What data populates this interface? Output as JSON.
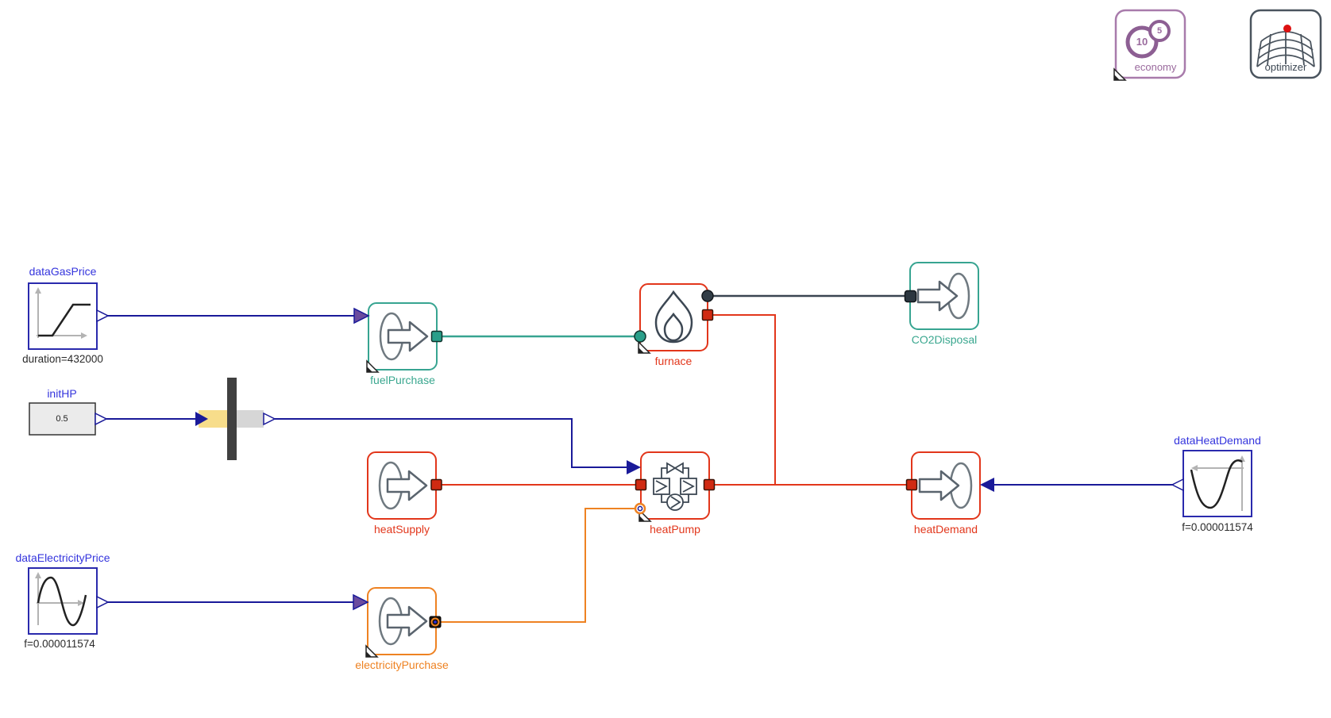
{
  "app": {
    "type": "modelica-diagram-canvas"
  },
  "colors": {
    "signal_line": "#1a1a99",
    "component_name_blue": "#3434dd",
    "gas": "#37a491",
    "heat": "#e2361b",
    "electricity": "#ee8222",
    "co2": "#3a4551",
    "economy_purple": "#9a6a9d",
    "optimizer_slate": "#3c4753",
    "param_text": "#2b2b2b"
  },
  "components": {
    "economy": {
      "name": "economy",
      "coin_large": "10",
      "coin_small": "5"
    },
    "optimizer": {
      "name": "optimizer"
    },
    "dataGasPrice": {
      "name": "dataGasPrice",
      "param": "duration=432000"
    },
    "initHP": {
      "name": "initHP",
      "value": "0.5"
    },
    "dataElectricityPrice": {
      "name": "dataElectricityPrice",
      "param": "f=0.000011574"
    },
    "fuelPurchase": {
      "name": "fuelPurchase"
    },
    "heatSupply": {
      "name": "heatSupply"
    },
    "electricityPurchase": {
      "name": "electricityPurchase"
    },
    "furnace": {
      "name": "furnace"
    },
    "heatPump": {
      "name": "heatPump"
    },
    "CO2Disposal": {
      "name": "CO2Disposal"
    },
    "heatDemand": {
      "name": "heatDemand"
    },
    "dataHeatDemand": {
      "name": "dataHeatDemand",
      "param": "f=0.000011574"
    }
  },
  "connections": [
    {
      "from": "dataGasPrice",
      "to": "fuelPurchase",
      "type": "signal"
    },
    {
      "from": "initHP",
      "to": "heatPump.u",
      "type": "signal"
    },
    {
      "from": "dataElectricityPrice",
      "to": "electricityPurchase",
      "type": "signal"
    },
    {
      "from": "dataHeatDemand",
      "to": "heatDemand",
      "type": "signal"
    },
    {
      "from": "fuelPurchase",
      "to": "furnace",
      "type": "gas"
    },
    {
      "from": "furnace",
      "to": "CO2Disposal",
      "type": "co2"
    },
    {
      "from": "furnace",
      "to": "heatDemand",
      "type": "heat"
    },
    {
      "from": "heatSupply",
      "to": "heatPump",
      "type": "heat"
    },
    {
      "from": "heatPump",
      "to": "heatDemand",
      "type": "heat"
    },
    {
      "from": "electricityPurchase",
      "to": "heatPump",
      "type": "electricity"
    }
  ]
}
